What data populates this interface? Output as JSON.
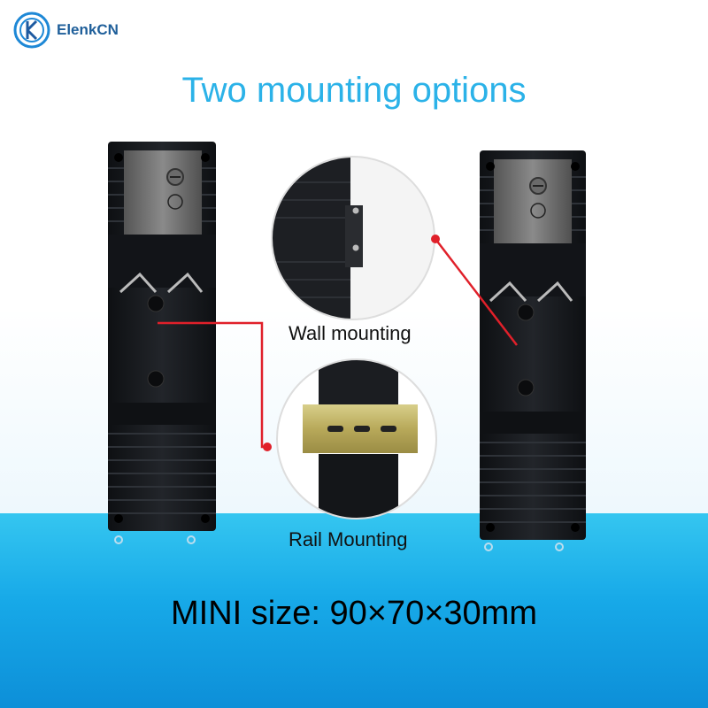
{
  "brand": {
    "name": "ElenkCN",
    "icon": "ek-logo-icon"
  },
  "headline": "Two mounting options",
  "callouts": {
    "wall": "Wall mounting",
    "rail": "Rail Mounting"
  },
  "footer": "MINI size: 90×70×30mm",
  "colors": {
    "accent": "#2bb2e8",
    "pointer": "#e0202a",
    "device": "#15171b",
    "band": "#17a9e8"
  }
}
